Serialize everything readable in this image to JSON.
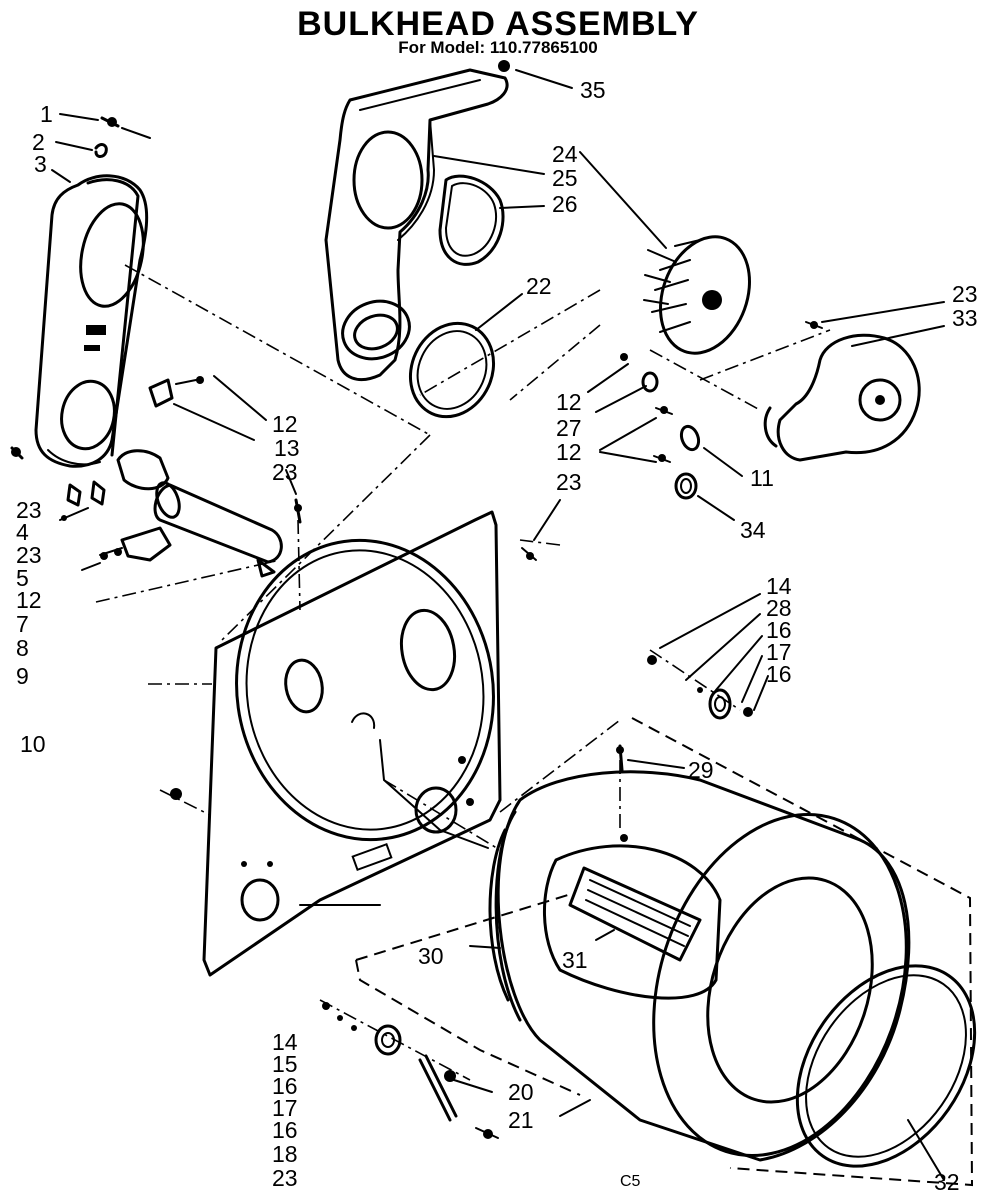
{
  "title": "BULKHEAD ASSEMBLY",
  "subtitle": "For Model: 110.77865100",
  "corner_mark": "C5",
  "part_labels": {
    "p1": "1",
    "p2": "2",
    "p3": "3",
    "p23a": "23",
    "p4": "4",
    "p23b": "23",
    "p5": "5",
    "p12a": "12",
    "p7": "7",
    "p8": "8",
    "p9": "9",
    "p10": "10",
    "p12b": "12",
    "p13": "13",
    "p23c": "23",
    "p35": "35",
    "p24": "24",
    "p25": "25",
    "p26": "26",
    "p22": "22",
    "p23d": "23",
    "p33": "33",
    "p12c": "12",
    "p27": "27",
    "p12d": "12",
    "p11": "11",
    "p34": "34",
    "p23e": "23",
    "p14a": "14",
    "p28": "28",
    "p16a": "16",
    "p17a": "17",
    "p16b": "16",
    "p29": "29",
    "p30": "30",
    "p31": "31",
    "p32": "32",
    "p14b": "14",
    "p15": "15",
    "p16c": "16",
    "p17b": "17",
    "p16d": "16",
    "p18": "18",
    "p23f": "23",
    "p20": "20",
    "p21": "21"
  }
}
